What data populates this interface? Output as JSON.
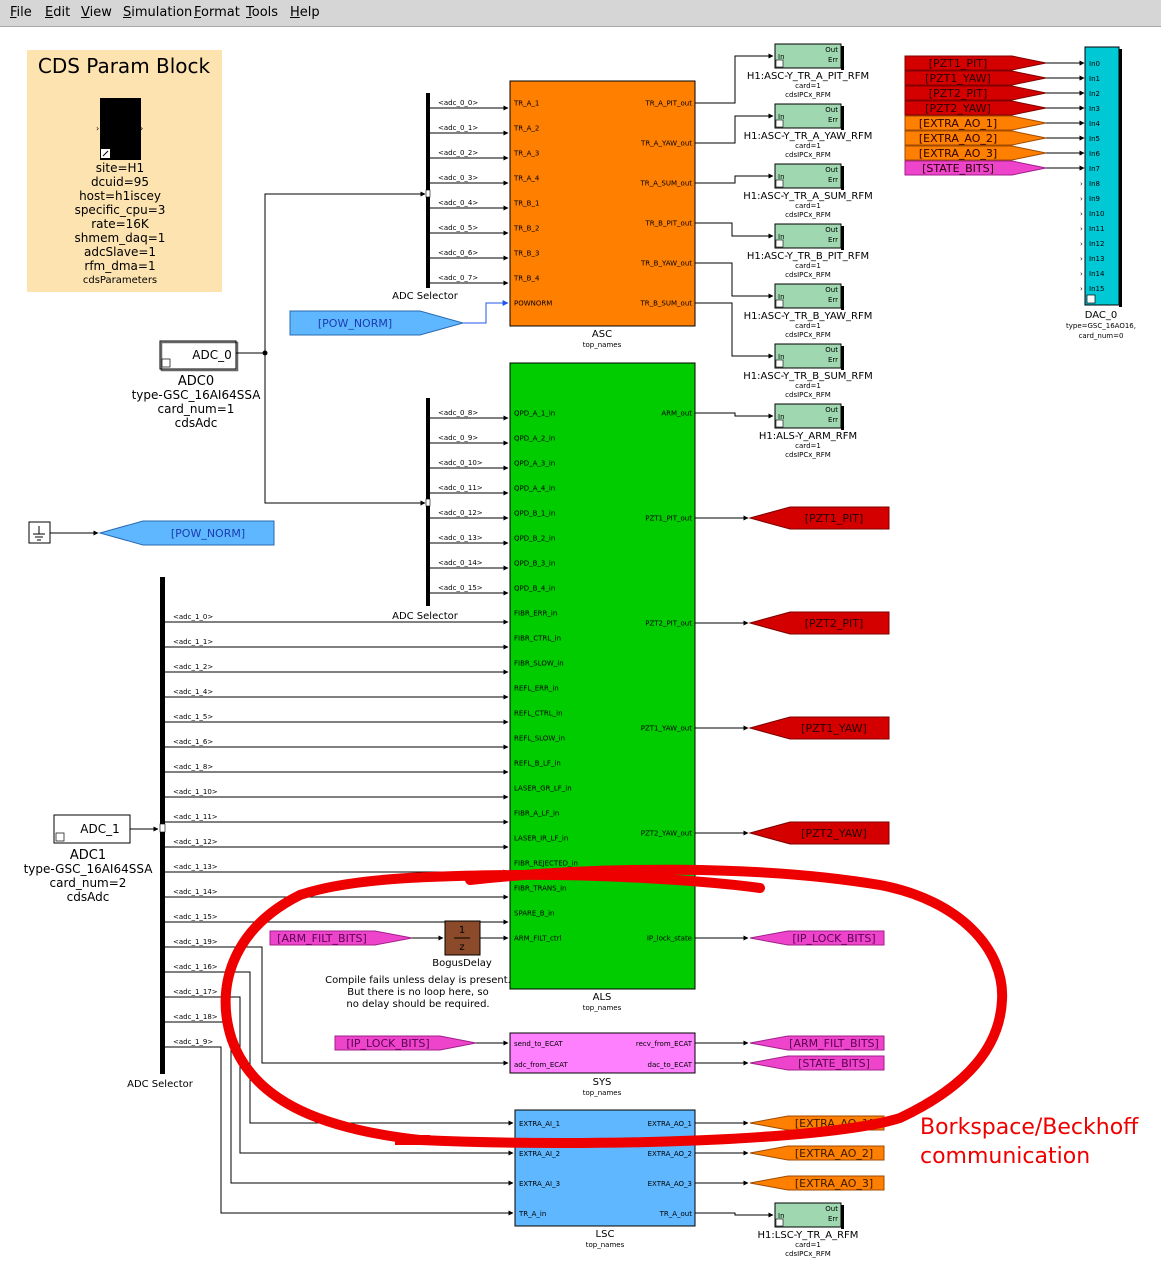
{
  "menu": [
    "File",
    "Edit",
    "View",
    "Simulation",
    "Format",
    "Tools",
    "Help"
  ],
  "param_block": {
    "title": "CDS Param Block",
    "params": [
      "site=H1",
      "dcuid=95",
      "host=h1iscey",
      "specific_cpu=3",
      "rate=16K",
      "shmem_daq=1",
      "adcSlave=1",
      "rfm_dma=1",
      "cdsParameters"
    ]
  },
  "adc0": {
    "box": "ADC_0",
    "name": "ADC0",
    "type": "type-GSC_16AI64SSA",
    "card": "card_num=1",
    "lib": "cdsAdc"
  },
  "adc1": {
    "box": "ADC_1",
    "name": "ADC1",
    "type": "type-GSC_16AI64SSA",
    "card": "card_num=2",
    "lib": "cdsAdc"
  },
  "selector_label": "ADC Selector",
  "sel0_ports": [
    "<adc_0_0>",
    "<adc_0_1>",
    "<adc_0_2>",
    "<adc_0_3>",
    "<adc_0_4>",
    "<adc_0_5>",
    "<adc_0_6>",
    "<adc_0_7>"
  ],
  "sel1_ports": [
    "<adc_0_8>",
    "<adc_0_9>",
    "<adc_0_10>",
    "<adc_0_11>",
    "<adc_0_12>",
    "<adc_0_13>",
    "<adc_0_14>",
    "<adc_0_15>"
  ],
  "sel2_ports": [
    "<adc_1_0>",
    "<adc_1_1>",
    "<adc_1_2>",
    "<adc_1_4>",
    "<adc_1_5>",
    "<adc_1_6>",
    "<adc_1_8>",
    "<adc_1_10>",
    "<adc_1_11>",
    "<adc_1_12>",
    "<adc_1_13>",
    "<adc_1_14>",
    "<adc_1_15>",
    "<adc_1_19>",
    "<adc_1_16>",
    "<adc_1_17>",
    "<adc_1_18>",
    "<adc_1_9>"
  ],
  "asc": {
    "name": "ASC",
    "sub": "top_names",
    "inputs": [
      "TR_A_1",
      "TR_A_2",
      "TR_A_3",
      "TR_A_4",
      "TR_B_1",
      "TR_B_2",
      "TR_B_3",
      "TR_B_4",
      "POWNORM"
    ],
    "outputs": [
      "TR_A_PIT_out",
      "TR_A_YAW_out",
      "TR_A_SUM_out",
      "TR_B_PIT_out",
      "TR_B_YAW_out",
      "TR_B_SUM_out"
    ]
  },
  "als": {
    "name": "ALS",
    "sub": "top_names",
    "inputs": [
      "QPD_A_1_in",
      "QPD_A_2_in",
      "QPD_A_3_in",
      "QPD_A_4_in",
      "QPD_B_1_in",
      "QPD_B_2_in",
      "QPD_B_3_in",
      "QPD_B_4_in",
      "FIBR_ERR_in",
      "FIBR_CTRL_in",
      "FIBR_SLOW_in",
      "REFL_ERR_in",
      "REFL_CTRL_in",
      "REFL_SLOW_in",
      "REFL_B_LF_in",
      "LASER_GR_LF_in",
      "FIBR_A_LF_in",
      "LASER_IR_LF_in",
      "FIBR_REJECTED_in",
      "FIBR_TRANS_in",
      "SPARE_B_in",
      "ARM_FILT_ctrl"
    ],
    "outputs": [
      "ARM_out",
      "PZT1_PIT_out",
      "PZT2_PIT_out",
      "PZT1_YAW_out",
      "PZT2_YAW_out",
      "IP_lock_state"
    ]
  },
  "sys": {
    "name": "SYS",
    "sub": "top_names",
    "inputs": [
      "send_to_ECAT",
      "adc_from_ECAT"
    ],
    "outputs": [
      "recv_from_ECAT",
      "dac_to_ECAT"
    ]
  },
  "lsc": {
    "name": "LSC",
    "sub": "top_names",
    "inputs": [
      "EXTRA_AI_1",
      "EXTRA_AI_2",
      "EXTRA_AI_3",
      "TR_A_in"
    ],
    "outputs": [
      "EXTRA_AO_1",
      "EXTRA_AO_2",
      "EXTRA_AO_3",
      "TR_A_out"
    ]
  },
  "rfm": [
    {
      "title": "H1:ASC-Y_TR_A_PIT_RFM",
      "card": "card=1",
      "lib": "cdsIPCx_RFM"
    },
    {
      "title": "H1:ASC-Y_TR_A_YAW_RFM",
      "card": "card=1",
      "lib": "cdsIPCx_RFM"
    },
    {
      "title": "H1:ASC-Y_TR_A_SUM_RFM",
      "card": "card=1",
      "lib": "cdsIPCx_RFM"
    },
    {
      "title": "H1:ASC-Y_TR_B_PIT_RFM",
      "card": "card=1",
      "lib": "cdsIPCx_RFM"
    },
    {
      "title": "H1:ASC-Y_TR_B_YAW_RFM",
      "card": "card=1",
      "lib": "cdsIPCx_RFM"
    },
    {
      "title": "H1:ASC-Y_TR_B_SUM_RFM",
      "card": "card=1",
      "lib": "cdsIPCx_RFM"
    },
    {
      "title": "H1:ALS-Y_ARM_RFM",
      "card": "card=1",
      "lib": "cdsIPCx_RFM"
    },
    {
      "title": "H1:LSC-Y_TR_A_RFM",
      "card": "card=1",
      "lib": "cdsIPCx_RFM"
    }
  ],
  "rfm_ports": {
    "in": "In",
    "out": "Out",
    "err": "Err"
  },
  "dac": {
    "name": "DAC_0",
    "type": "type=GSC_16AO16,",
    "card": "card_num=0",
    "ports": [
      "In0",
      "In1",
      "In2",
      "In3",
      "In4",
      "In5",
      "In6",
      "In7",
      "In8",
      "In9",
      "In10",
      "In11",
      "In12",
      "In13",
      "In14",
      "In15"
    ],
    "tags": [
      "[PZT1_PIT]",
      "[PZT1_YAW]",
      "[PZT2_PIT]",
      "[PZT2_YAW]",
      "[EXTRA_AO_1]",
      "[EXTRA_AO_2]",
      "[EXTRA_AO_3]",
      "[STATE_BITS]"
    ]
  },
  "pow_norm_goto": "[POW_NORM]",
  "pow_norm_from": "[POW_NORM]",
  "als_out_tags": [
    "[PZT1_PIT]",
    "[PZT2_PIT]",
    "[PZT1_YAW]",
    "[PZT2_YAW]",
    "[IP_LOCK_BITS]"
  ],
  "arm_filt_from": "[ARM_FILT_BITS]",
  "ip_lock_from": "[IP_LOCK_BITS]",
  "sys_out_tags": [
    "[ARM_FILT_BITS]",
    "[STATE_BITS]"
  ],
  "lsc_out_tags": [
    "[EXTRA_AO_1]",
    "[EXTRA_AO_2]",
    "[EXTRA_AO_3]"
  ],
  "delay": {
    "num": "1",
    "den": "z",
    "name": "BogusDelay"
  },
  "note": [
    "Compile fails unless delay is present.",
    "But there is no loop here, so",
    "no delay should be required."
  ],
  "annotation": [
    "Borkspace/Beckhoff",
    "communication"
  ],
  "colors": {
    "asc": "#ff7f00",
    "als": "#00cc00",
    "sys": "#ff80ff",
    "lsc": "#5fb8ff",
    "dac": "#00c8d4",
    "rfm": "#9fd8b0",
    "red_tag": "#d40000",
    "orange_tag": "#ff7f00",
    "pink_tag": "#ee44cc",
    "blue_tag": "#5fb8ff",
    "param_bg": "#fde3b0",
    "delay": "#8b4a2a",
    "annotation": "#ee0000"
  }
}
